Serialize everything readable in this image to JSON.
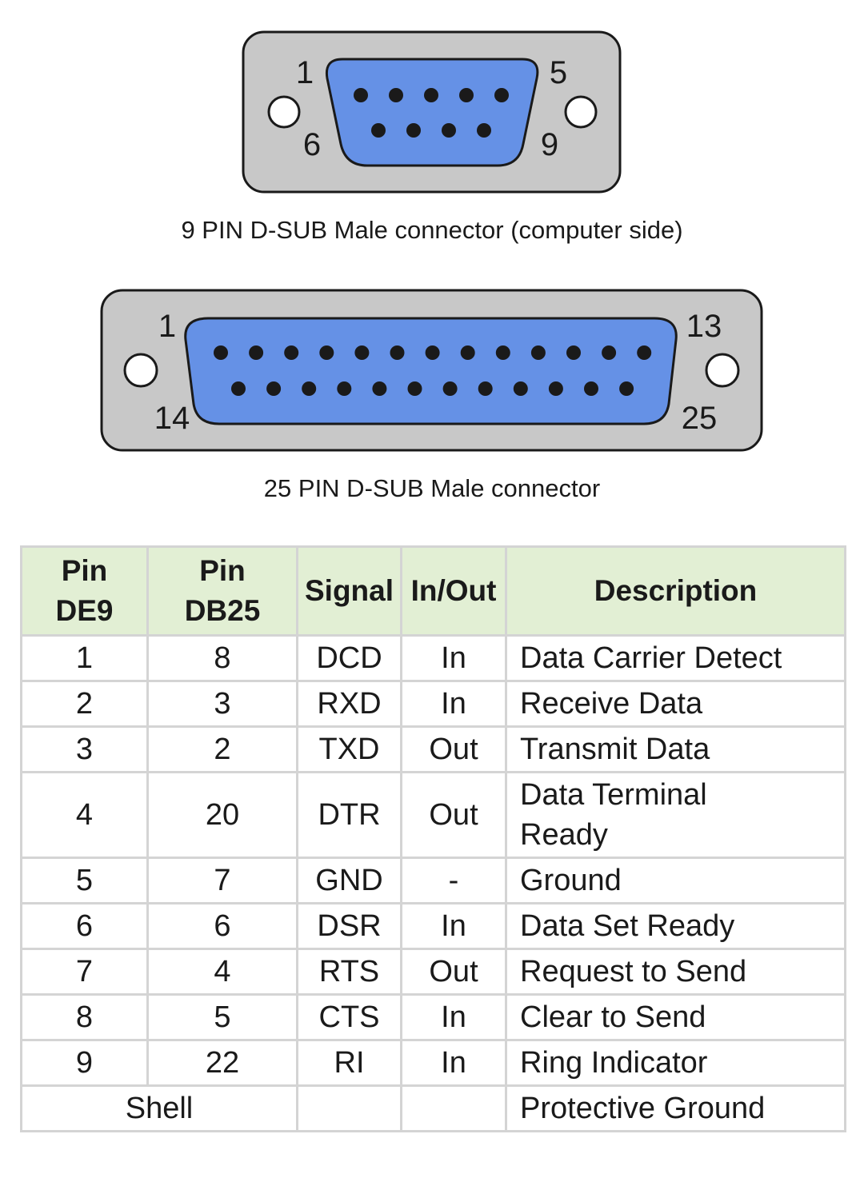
{
  "connectors": {
    "de9": {
      "caption": "9 PIN D-SUB Male connector (computer side)",
      "labels": {
        "top_left": "1",
        "top_right": "5",
        "bottom_left": "6",
        "bottom_right": "9"
      },
      "rows": [
        5,
        4
      ]
    },
    "db25": {
      "caption": "25 PIN D-SUB Male connector",
      "labels": {
        "top_left": "1",
        "top_right": "13",
        "bottom_left": "14",
        "bottom_right": "25"
      },
      "rows": [
        13,
        12
      ]
    },
    "colors": {
      "shell": "#c8c8c8",
      "face": "#6591e6",
      "outline": "#1a1a1a",
      "hole": "#ffffff",
      "header_bg": "#e2efd4"
    }
  },
  "table": {
    "headers": {
      "pin_de9": [
        "Pin",
        "DE9"
      ],
      "pin_db25": [
        "Pin",
        "DB25"
      ],
      "signal": "Signal",
      "inout": "In/Out",
      "description": "Description"
    },
    "rows": [
      {
        "de9": "1",
        "db25": "8",
        "signal": "DCD",
        "inout": "In",
        "description": "Data Carrier Detect"
      },
      {
        "de9": "2",
        "db25": "3",
        "signal": "RXD",
        "inout": "In",
        "description": "Receive Data"
      },
      {
        "de9": "3",
        "db25": "2",
        "signal": "TXD",
        "inout": "Out",
        "description": "Transmit Data"
      },
      {
        "de9": "4",
        "db25": "20",
        "signal": "DTR",
        "inout": "Out",
        "description": [
          "Data Terminal",
          "Ready"
        ]
      },
      {
        "de9": "5",
        "db25": "7",
        "signal": "GND",
        "inout": "-",
        "description": "Ground"
      },
      {
        "de9": "6",
        "db25": "6",
        "signal": "DSR",
        "inout": "In",
        "description": "Data Set Ready"
      },
      {
        "de9": "7",
        "db25": "4",
        "signal": "RTS",
        "inout": "Out",
        "description": "Request to Send"
      },
      {
        "de9": "8",
        "db25": "5",
        "signal": "CTS",
        "inout": "In",
        "description": "Clear to Send"
      },
      {
        "de9": "9",
        "db25": "22",
        "signal": "RI",
        "inout": "In",
        "description": "Ring Indicator"
      }
    ],
    "shell_row": {
      "label": "Shell",
      "signal": "",
      "inout": "",
      "description": "Protective Ground"
    }
  }
}
